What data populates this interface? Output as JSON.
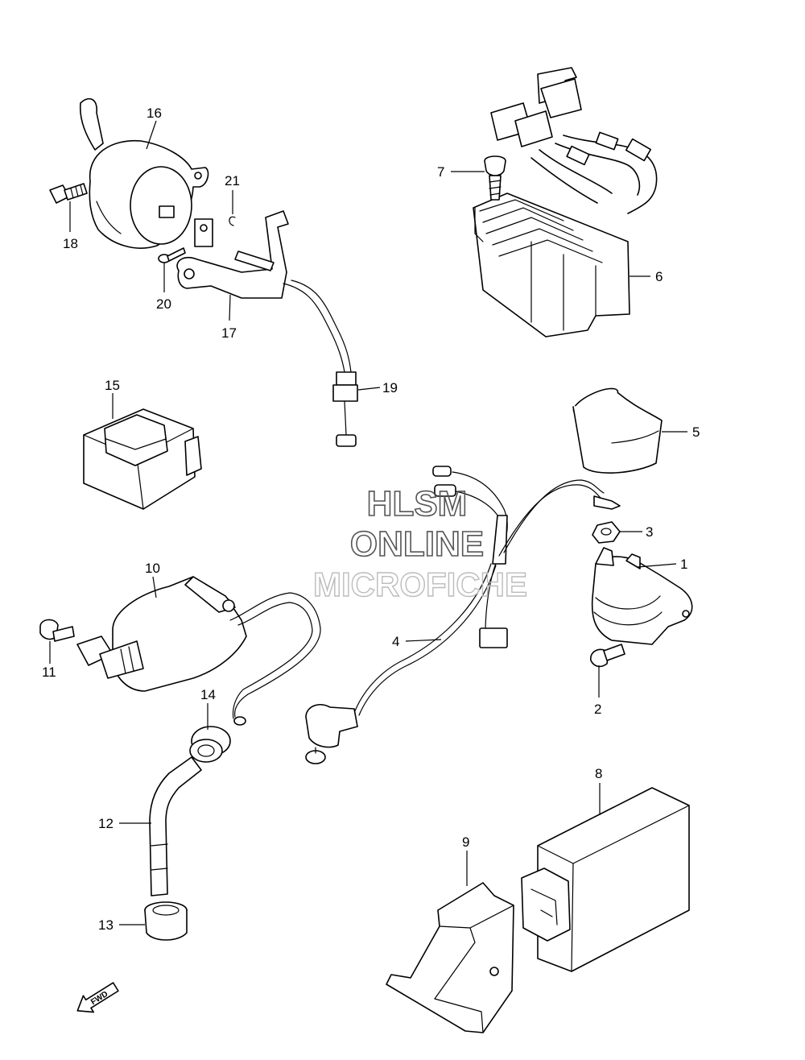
{
  "callouts": {
    "c1": "1",
    "c2": "2",
    "c3": "3",
    "c4": "4",
    "c5": "5",
    "c6": "6",
    "c7": "7",
    "c8": "8",
    "c9": "9",
    "c10": "10",
    "c11": "11",
    "c12": "12",
    "c13": "13",
    "c14": "14",
    "c15": "15",
    "c16": "16",
    "c17": "17",
    "c18": "18",
    "c19": "19",
    "c20": "20",
    "c21": "21"
  },
  "watermark": {
    "line1": "HLSM",
    "line2": "ONLINE",
    "line3": "MICROFICHE"
  },
  "fwd_label": "FWD",
  "colors": {
    "line": "#000000",
    "background": "#ffffff",
    "watermark_dark": "#555555",
    "watermark_light": "#bbbbbb"
  }
}
